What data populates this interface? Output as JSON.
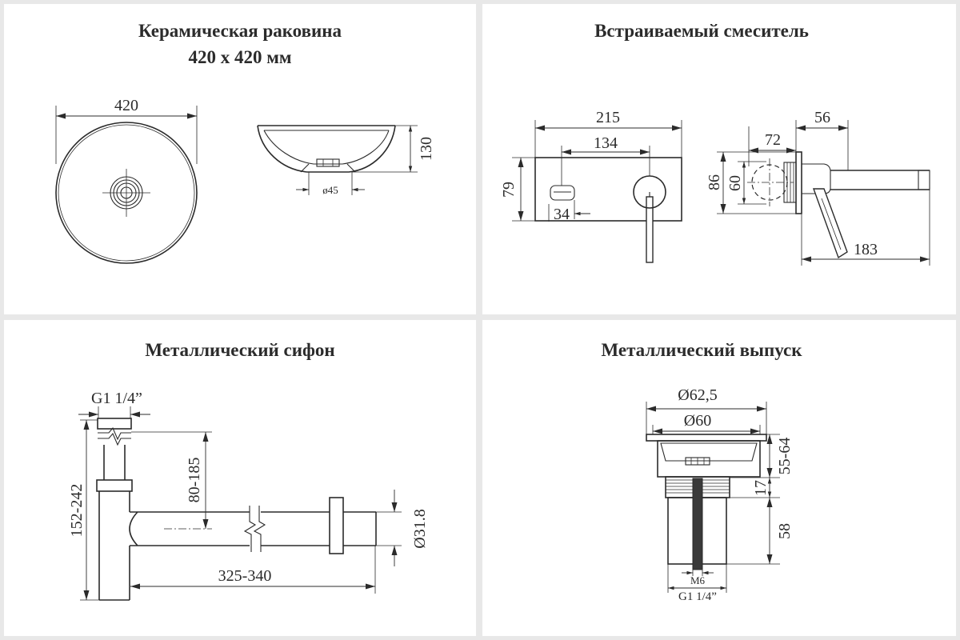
{
  "colors": {
    "page_background": "#e8e8e8",
    "panel_background": "#ffffff",
    "line": "#2b2b2b"
  },
  "panels": {
    "sink": {
      "title": "Керамическая раковина",
      "subtitle": "420 х 420 мм",
      "dim_diameter": "420",
      "dim_height": "130",
      "dim_drain": "ø45"
    },
    "mixer": {
      "title": "Встраиваемый смеситель",
      "dim_plate_width": "215",
      "dim_axis_spacing": "134",
      "dim_plate_height": "79",
      "dim_outlet_width": "34",
      "dim_projection": "56",
      "dim_body_depth": "72",
      "dim_body_height": "86",
      "dim_body_diameter": "60",
      "dim_spout_length": "183"
    },
    "siphon": {
      "title": "Металлический сифон",
      "dim_thread": "G1 1/4”",
      "dim_height": "152-242",
      "dim_outlet_height": "80-185",
      "dim_length": "325-340",
      "dim_pipe_diameter": "Ø31.8"
    },
    "drain": {
      "title": "Металлический выпуск",
      "dim_outer": "Ø62,5",
      "dim_inner": "Ø60",
      "dim_cap_height": "55-64",
      "dim_nut_height": "17",
      "dim_tail_height": "58",
      "dim_rod": "M6",
      "dim_thread": "G1 1/4”"
    }
  }
}
